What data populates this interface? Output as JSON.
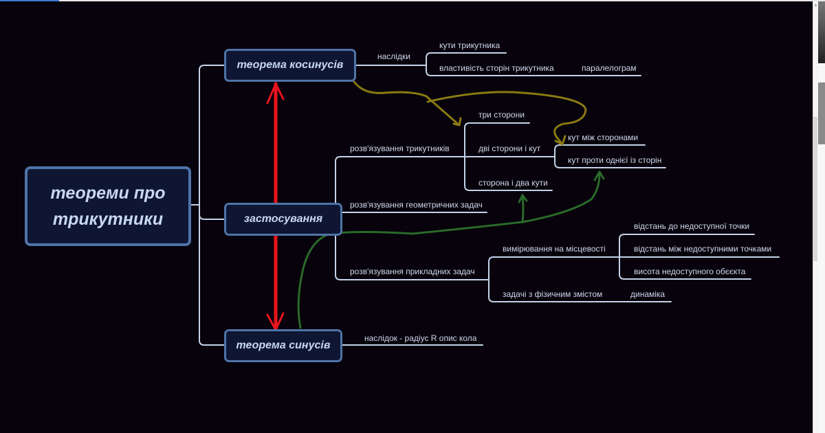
{
  "root": {
    "label_line1": "теореми про",
    "label_line2": "трикутники"
  },
  "branches": {
    "cosine": {
      "label": "теорема косинусів",
      "consequences_label": "наслідки",
      "consequences": [
        "кути трикутника",
        "властивість сторін трикутника"
      ],
      "sub_consequence": "паралелограм"
    },
    "application": {
      "label": "застосування",
      "items": {
        "triangles": {
          "label": "розв'язування трикутників",
          "cases": [
            "три сторони",
            "дві сторони і кут",
            "сторона і два кути"
          ],
          "angle_cases": [
            "кут між сторонами",
            "кут проти однієї із сторін"
          ]
        },
        "geometric": {
          "label": "розв'язування геометричних задач"
        },
        "applied": {
          "label": "розв'язування прикладних задач",
          "measuring": {
            "label": "вимірювання на місцевості",
            "items": [
              "відстань до недоступної точки",
              "відстань між недоступними точками",
              "висота недоступного обєєкта"
            ]
          },
          "physics": {
            "label": "задачі з фізичним змістом",
            "sub": "динаміка"
          }
        }
      }
    },
    "sine": {
      "label": "теорема синусів",
      "consequence": "наслідок - радіус  R  опис кола"
    }
  },
  "annotations": {
    "red_arrow_color": "#e8141c",
    "yellow_arrow_color": "#8a7a12",
    "green_arrow_color": "#2a6a2a"
  },
  "colors": {
    "background": "#07020b",
    "node_fill": "#0f1633",
    "node_border": "#4e74a8",
    "line": "#c5d3ea",
    "text": "#cfd9ec"
  }
}
